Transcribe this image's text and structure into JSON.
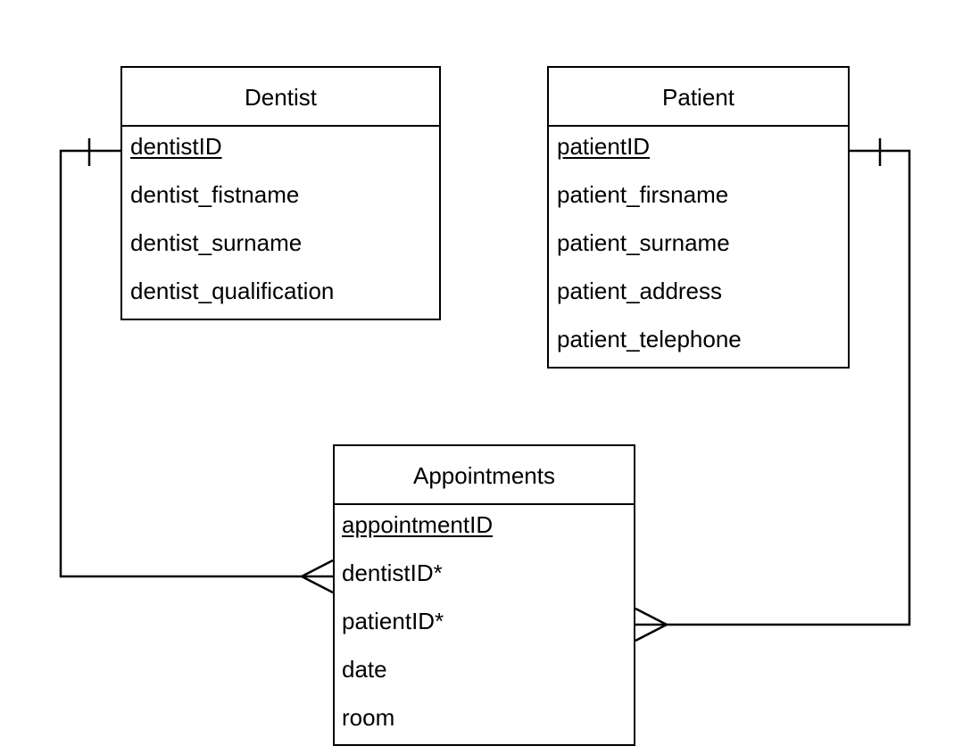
{
  "entities": {
    "dentist": {
      "title": "Dentist",
      "attributes": [
        {
          "label": "dentistID",
          "primary_key": true
        },
        {
          "label": "dentist_fistname",
          "primary_key": false
        },
        {
          "label": "dentist_surname",
          "primary_key": false
        },
        {
          "label": "dentist_qualification",
          "primary_key": false
        }
      ]
    },
    "patient": {
      "title": "Patient",
      "attributes": [
        {
          "label": "patientID",
          "primary_key": true
        },
        {
          "label": "patient_firsname",
          "primary_key": false
        },
        {
          "label": "patient_surname",
          "primary_key": false
        },
        {
          "label": "patient_address",
          "primary_key": false
        },
        {
          "label": "patient_telephone",
          "primary_key": false
        }
      ]
    },
    "appointments": {
      "title": "Appointments",
      "attributes": [
        {
          "label": "appointmentID",
          "primary_key": true
        },
        {
          "label": "dentistID*",
          "primary_key": false
        },
        {
          "label": "patientID*",
          "primary_key": false
        },
        {
          "label": "date",
          "primary_key": false
        },
        {
          "label": "room",
          "primary_key": false
        }
      ]
    }
  },
  "relationships": [
    {
      "from": "Dentist",
      "to": "Appointments",
      "from_cardinality": "one",
      "to_cardinality": "many"
    },
    {
      "from": "Patient",
      "to": "Appointments",
      "from_cardinality": "one",
      "to_cardinality": "many"
    }
  ],
  "colors": {
    "line": "#000000",
    "background": "#ffffff",
    "text": "#000000"
  }
}
